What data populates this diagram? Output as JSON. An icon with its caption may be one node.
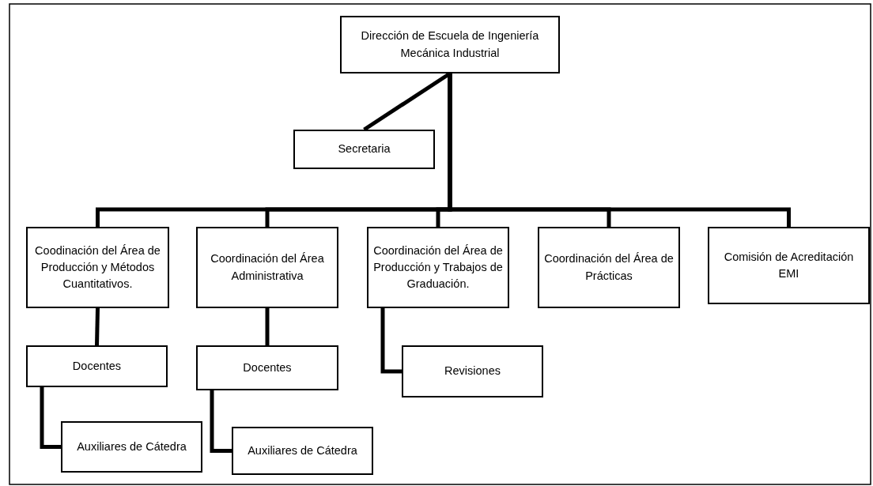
{
  "diagram": {
    "nodes": [
      {
        "text": [
          "Dirección de Escuela de Ingeniería Mecánica Industrial"
        ]
      },
      {
        "text": [
          "Secretaria"
        ]
      },
      {
        "text": [
          "Coodinación del Área de Producción y Métodos Cuantitativos."
        ]
      },
      {
        "text": [
          "Coordinación del Área Administrativa"
        ]
      },
      {
        "text": [
          "Coordinación del Área de Producción y Trabajos de Graduación."
        ]
      },
      {
        "text": [
          "Coordinación del Área de Prácticas"
        ]
      },
      {
        "text": [
          "Comisión de Acreditación EMI"
        ]
      },
      {
        "text": [
          "Docentes"
        ]
      },
      {
        "text": [
          "Docentes"
        ]
      },
      {
        "text": [
          "Revisiones"
        ]
      },
      {
        "text": [
          "Auxiliares de Cátedra"
        ]
      },
      {
        "text": [
          "Auxiliares de Cátedra"
        ]
      }
    ],
    "edges": [
      {
        "from": 0,
        "to": 1,
        "arrow": "none"
      },
      {
        "from": 0,
        "to": 2,
        "arrow": "none"
      },
      {
        "from": 0,
        "to": 3,
        "arrow": "none"
      },
      {
        "from": 0,
        "to": 4,
        "arrow": "none"
      },
      {
        "from": 0,
        "to": 5,
        "arrow": "none"
      },
      {
        "from": 0,
        "to": 6,
        "arrow": "none"
      },
      {
        "from": 2,
        "to": 7,
        "arrow": "none"
      },
      {
        "from": 3,
        "to": 8,
        "arrow": "none"
      },
      {
        "from": 4,
        "to": 9,
        "arrow": "none"
      },
      {
        "from": 7,
        "to": 10,
        "arrow": "none"
      },
      {
        "from": 8,
        "to": 11,
        "arrow": "none"
      }
    ]
  }
}
